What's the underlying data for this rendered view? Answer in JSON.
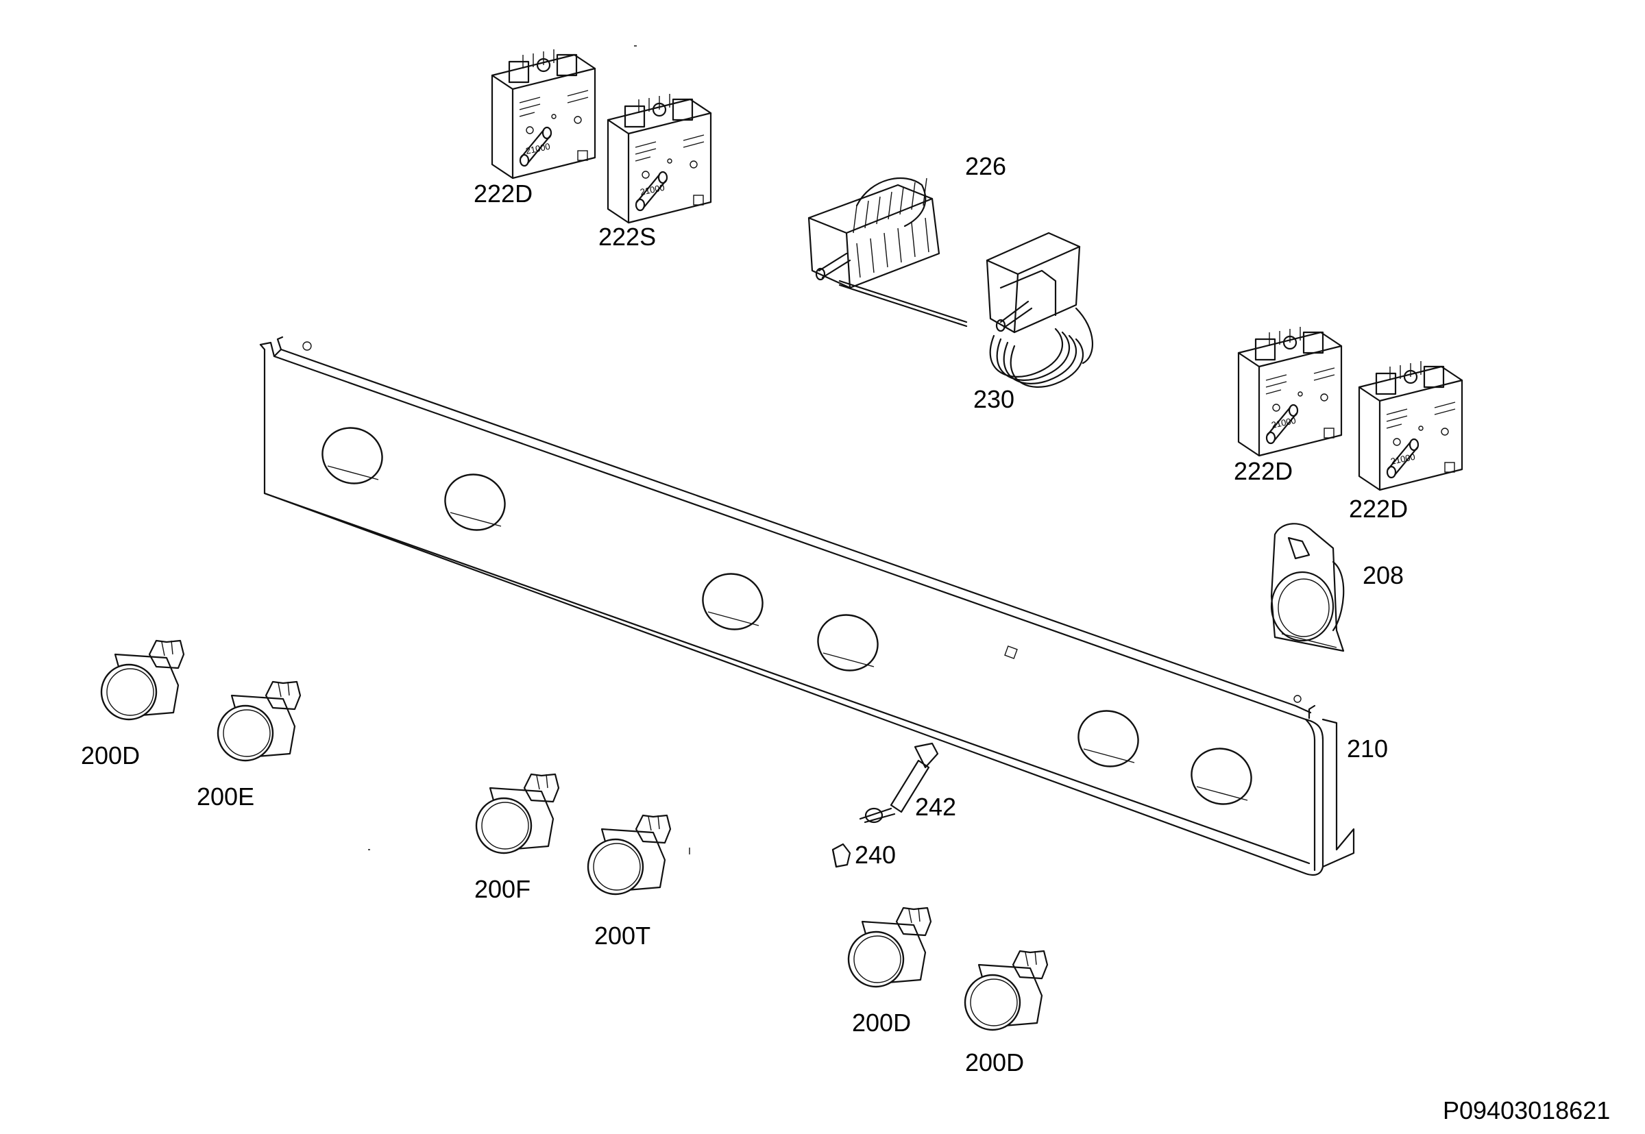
{
  "drawing_number": "P09403018621",
  "callouts": {
    "c222D_a": "222D",
    "c222S": "222S",
    "c226": "226",
    "c230": "230",
    "c222D_b": "222D",
    "c222D_c": "222D",
    "c208": "208",
    "c210": "210",
    "c242": "242",
    "c240": "240",
    "c200D_a": "200D",
    "c200E": "200E",
    "c200F": "200F",
    "c200T": "200T",
    "c200D_b": "200D",
    "c200D_c": "200D"
  },
  "switch_marking": "21000"
}
